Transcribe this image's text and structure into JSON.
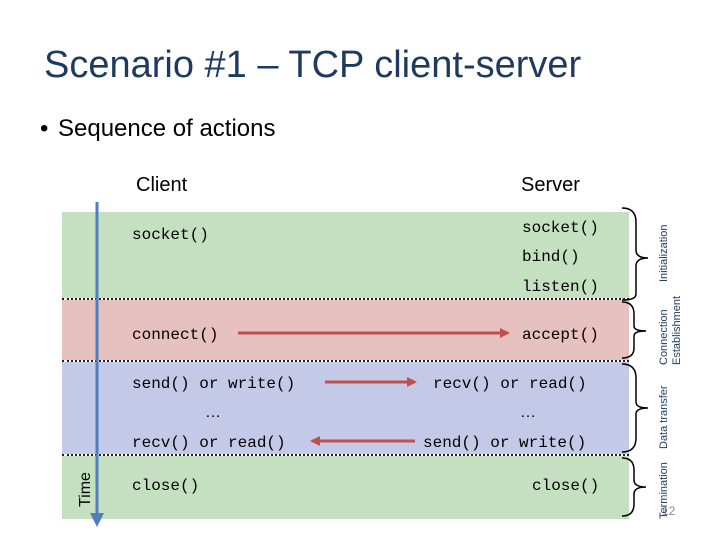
{
  "slide": {
    "title": "Scenario #1 – TCP client-server",
    "bullet": "Sequence of actions",
    "page_number": "12"
  },
  "columns": {
    "client": "Client",
    "server": "Server"
  },
  "phases": {
    "initialization": "Initialization",
    "connection_establishment_line1": "Connection",
    "connection_establishment_line2": "Establishment",
    "data_transfer": "Data transfer",
    "termination": "Termination"
  },
  "calls": {
    "client_socket": "socket()",
    "server_socket": "socket()",
    "server_bind": "bind()",
    "server_listen": "listen()",
    "client_connect": "connect()",
    "server_accept": "accept()",
    "client_send": "send() or write()",
    "server_recv": "recv() or read()",
    "client_ellipsis": "…",
    "server_ellipsis": "…",
    "client_recv": "recv() or read()",
    "server_send": "send() or write()",
    "client_close": "close()",
    "server_close": "close()"
  },
  "axis": {
    "time": "Time"
  },
  "colors": {
    "title": "#1f3a5f",
    "band_green": "#c4e0c0",
    "band_red": "#e7c1c0",
    "band_blue": "#c5c9e8",
    "time_arrow": "#4f7fbf",
    "message_arrow": "#c0504d"
  }
}
